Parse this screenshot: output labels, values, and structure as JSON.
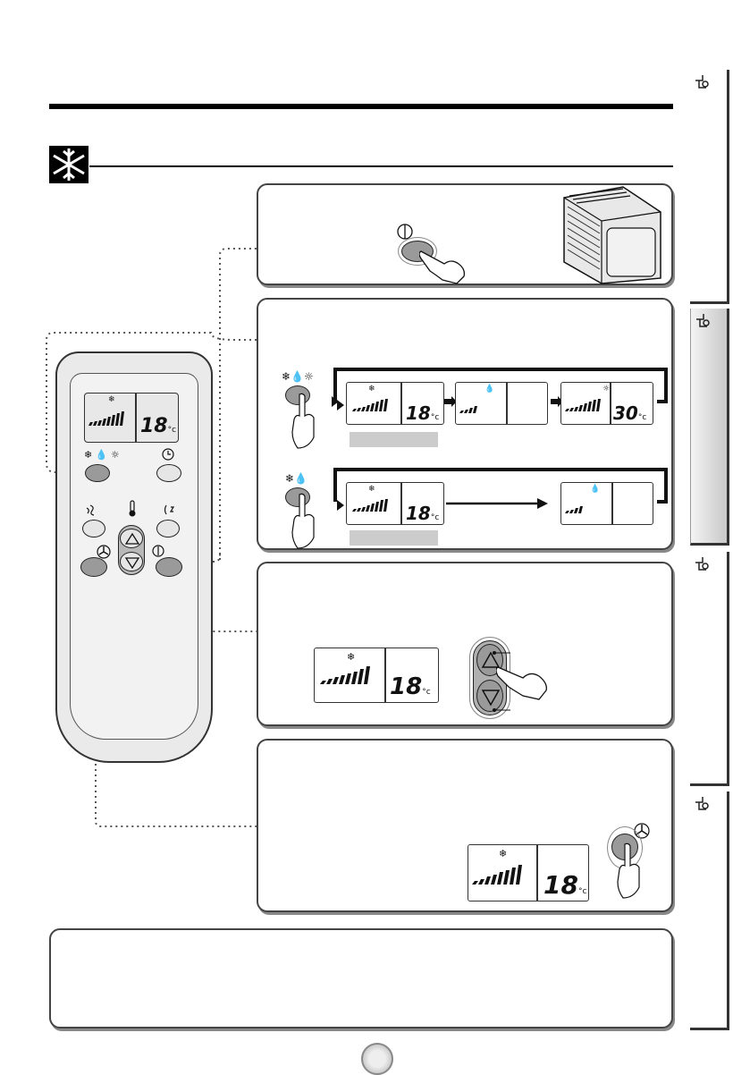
{
  "section": {
    "icon": "snowflake-icon"
  },
  "remote": {
    "display": {
      "mode_icon": "❄",
      "temp": "18",
      "unit": "°c"
    },
    "mode_button_icons": "❄ 💧 ☼",
    "timer_icon": "clock-icon",
    "swing_icon": "swing-icon",
    "thermometer_icon": "thermometer-icon",
    "sleep_icon": "sleep-icon",
    "fan_icon": "fan-icon",
    "power_icon": "power-icon"
  },
  "panel_power": {
    "power_symbol": "⦶"
  },
  "panel_mode": {
    "heatpump": {
      "button_icons": "❄💧☼",
      "displays": [
        {
          "mode_icon": "❄",
          "temp": "18",
          "unit": "°c"
        },
        {
          "mode_icon": "💧",
          "temp": "",
          "unit": ""
        },
        {
          "mode_icon": "☼",
          "temp": "30",
          "unit": "°c"
        }
      ]
    },
    "cooling": {
      "button_icons": "❄💧",
      "displays": [
        {
          "mode_icon": "❄",
          "temp": "18",
          "unit": "°c"
        },
        {
          "mode_icon": "💧",
          "temp": "",
          "unit": ""
        }
      ]
    }
  },
  "panel_temp": {
    "display": {
      "mode_icon": "❄",
      "temp": "18",
      "unit": "°c"
    }
  },
  "panel_fan": {
    "display": {
      "mode_icon": "❄",
      "temp": "18",
      "unit": "°c"
    }
  }
}
